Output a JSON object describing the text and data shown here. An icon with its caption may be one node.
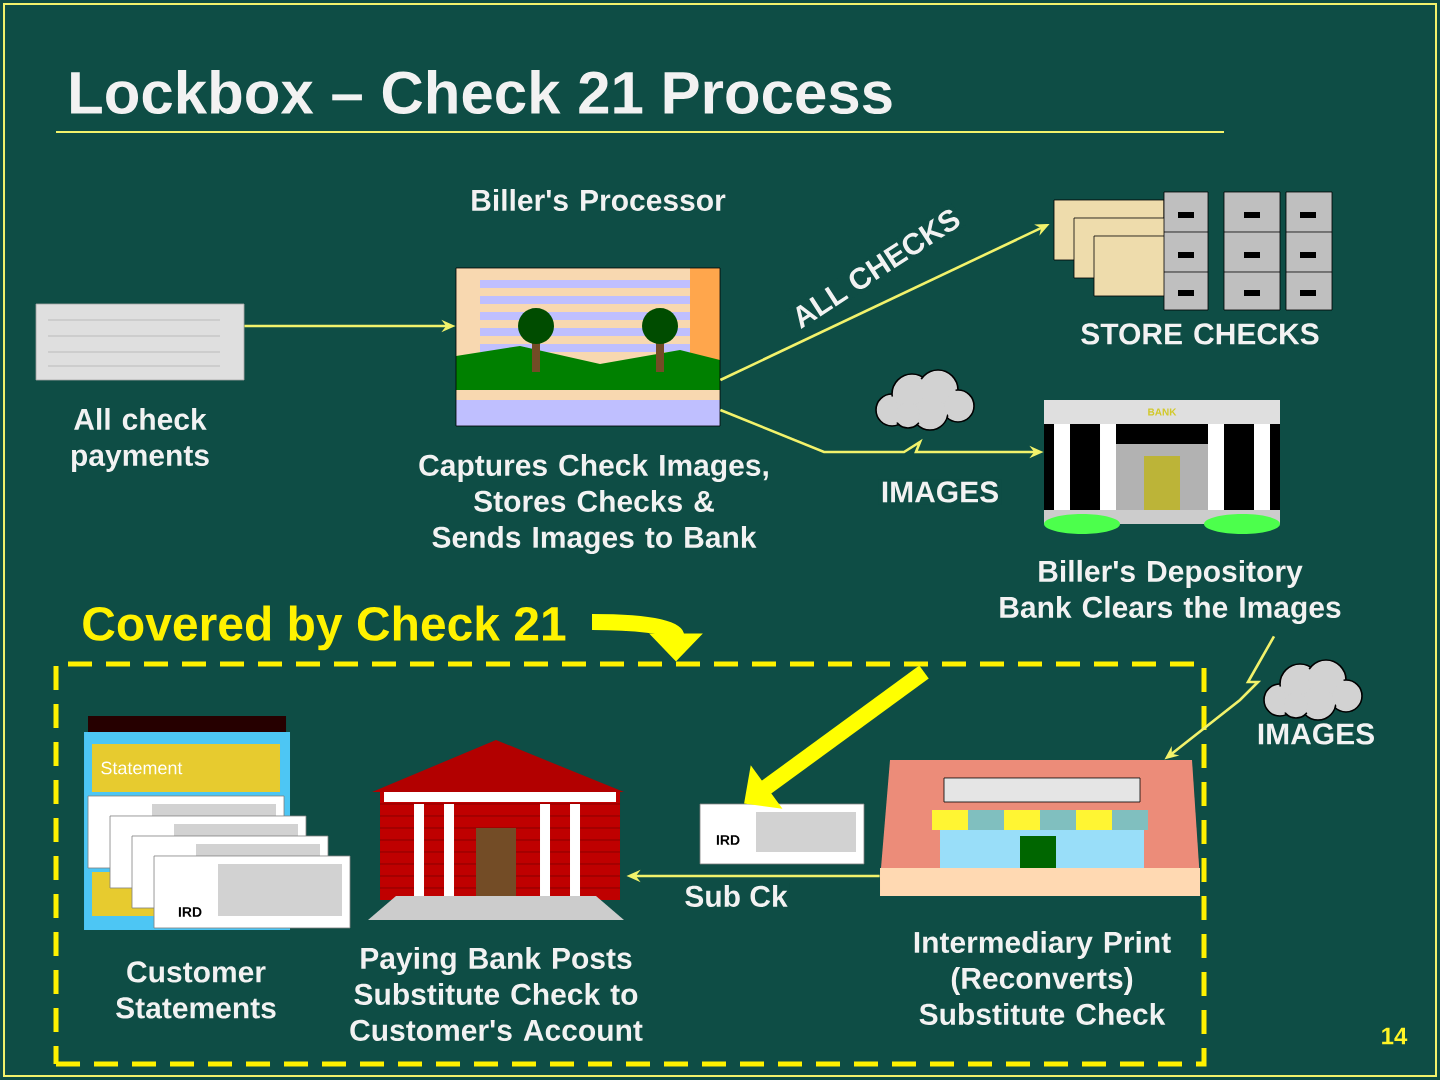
{
  "diagram": {
    "title": "Lockbox – Check 21 Process",
    "nodes": [
      {
        "text": [
          "All check payments"
        ]
      },
      {
        "text": [
          "Biller's Processor",
          "Captures Check Images, Stores Checks & Sends Images to Bank"
        ]
      },
      {
        "text": [
          "STORE CHECKS"
        ]
      },
      {
        "text": [
          "Biller's Depository Bank Clears the Images"
        ],
        "beside": [
          "BANK"
        ]
      },
      {
        "text": [
          "Covered by Check 21"
        ]
      },
      {
        "text": [
          "Customer Statements"
        ],
        "in": 4
      },
      {
        "text": [
          "Paying Bank Posts Substitute Check to Customer's Account"
        ],
        "in": 4
      },
      {
        "text": [
          "Intermediary Print (Reconverts) Substitute Check"
        ],
        "in": 4
      },
      {
        "text": [],
        "shape": "picture",
        "in": 4
      }
    ],
    "edges": [
      {
        "from": 0,
        "to": 1,
        "arrow": "to"
      },
      {
        "from": 1,
        "to": 2,
        "arrow": "to",
        "label": "ALL CHECKS"
      },
      {
        "from": 1,
        "to": 3,
        "arrow": "to",
        "label": "IMAGES"
      },
      {
        "from": 3,
        "to": 7,
        "arrow": "to",
        "label": "IMAGES"
      },
      {
        "from": 7,
        "to": 6,
        "arrow": "to",
        "label": "Sub Ck"
      },
      {
        "from": null,
        "to": 4,
        "arrow": "to",
        "style": "thick",
        "color": "#ffff00"
      },
      {
        "from": null,
        "to": 8,
        "arrow": "to",
        "style": "thick",
        "color": "#ffff00"
      }
    ],
    "labels": [
      "Statement",
      "IRD",
      "IRD",
      "14"
    ]
  }
}
